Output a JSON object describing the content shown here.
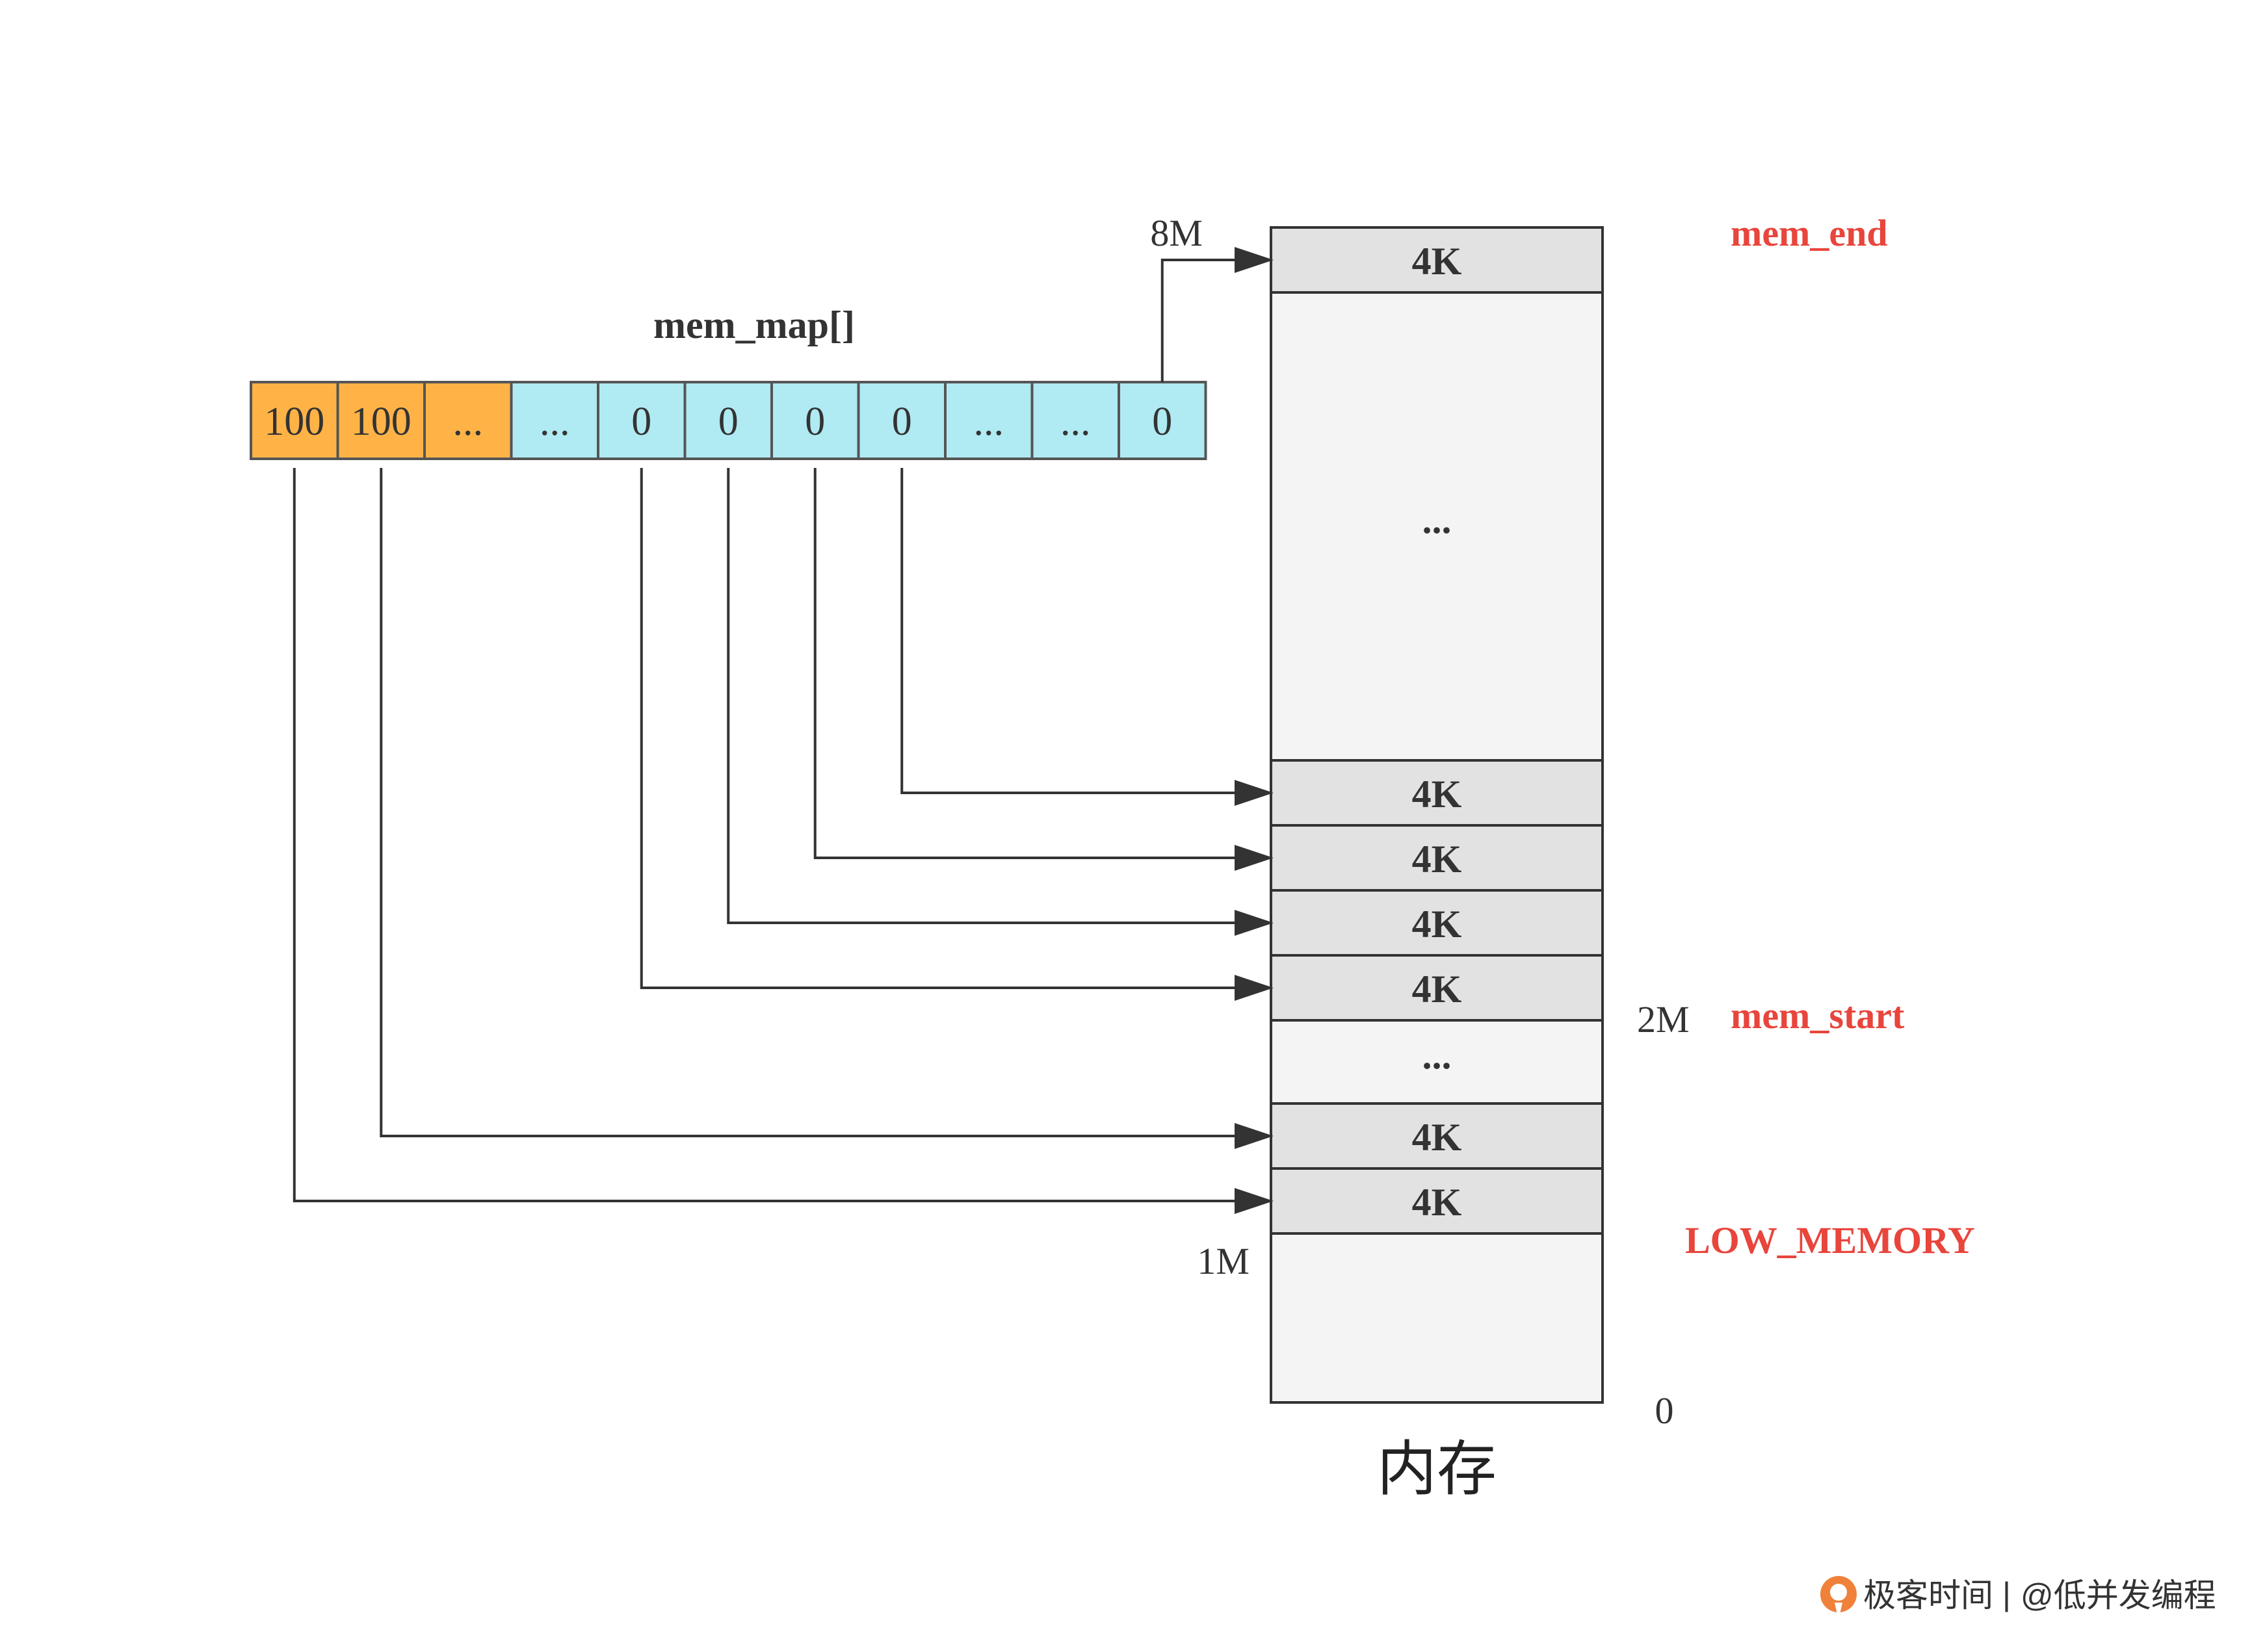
{
  "diagram": {
    "array_title": "mem_map[]",
    "array_cells": [
      {
        "text": "100",
        "kind": "used"
      },
      {
        "text": "100",
        "kind": "used"
      },
      {
        "text": "...",
        "kind": "used"
      },
      {
        "text": "...",
        "kind": "free"
      },
      {
        "text": "0",
        "kind": "free"
      },
      {
        "text": "0",
        "kind": "free"
      },
      {
        "text": "0",
        "kind": "free"
      },
      {
        "text": "0",
        "kind": "free"
      },
      {
        "text": "...",
        "kind": "free"
      },
      {
        "text": "...",
        "kind": "free"
      },
      {
        "text": "0",
        "kind": "free"
      }
    ],
    "memory_blocks": [
      {
        "text": "4K",
        "kind": "page"
      },
      {
        "text": "...",
        "kind": "gap"
      },
      {
        "text": "4K",
        "kind": "page"
      },
      {
        "text": "4K",
        "kind": "page"
      },
      {
        "text": "4K",
        "kind": "page"
      },
      {
        "text": "4K",
        "kind": "page"
      },
      {
        "text": "...",
        "kind": "gap"
      },
      {
        "text": "4K",
        "kind": "page"
      },
      {
        "text": "4K",
        "kind": "page"
      },
      {
        "text": "",
        "kind": "low"
      }
    ],
    "memory_caption": "内存",
    "address_labels": {
      "top": "8M",
      "mem_start_addr": "2M",
      "low_memory_addr": "1M",
      "bottom": "0"
    },
    "variable_labels": {
      "mem_end": "mem_end",
      "mem_start": "mem_start",
      "low_memory": "LOW_MEMORY"
    },
    "arrows": [
      {
        "from_cell": 10,
        "to_block": 0
      },
      {
        "from_cell": 7,
        "to_block": 2
      },
      {
        "from_cell": 6,
        "to_block": 3
      },
      {
        "from_cell": 5,
        "to_block": 4
      },
      {
        "from_cell": 4,
        "to_block": 5
      },
      {
        "from_cell": 1,
        "to_block": 7
      },
      {
        "from_cell": 0,
        "to_block": 8
      }
    ],
    "colors": {
      "used_cell": "#ffb347",
      "free_cell": "#b0eaf2",
      "page_block": "#e2e2e2",
      "gap_block": "#f4f4f4",
      "label_red": "#e8453c",
      "watermark_icon": "#f0813a"
    }
  },
  "watermark": {
    "brand": "极客时间",
    "separator": "|",
    "author": "@低并发编程"
  }
}
